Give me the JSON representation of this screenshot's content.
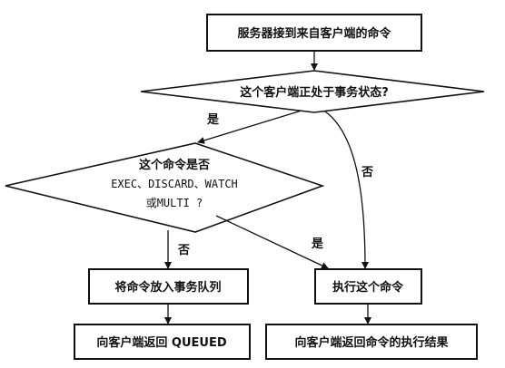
{
  "nodes": {
    "start": "服务器接到来自客户端的命令",
    "decision_transaction": "这个客户端正处于事务状态?",
    "decision_command": {
      "line1": "这个命令是否",
      "line2": "EXEC、DISCARD、WATCH",
      "line3": "或MULTI ?"
    },
    "enqueue": "将命令放入事务队列",
    "execute": "执行这个命令",
    "reply_queued": "向客户端返回 QUEUED",
    "reply_result": "向客户端返回命令的执行结果"
  },
  "edges": {
    "yes_1": "是",
    "no_1": "否",
    "yes_2": "是",
    "no_2": "否"
  }
}
